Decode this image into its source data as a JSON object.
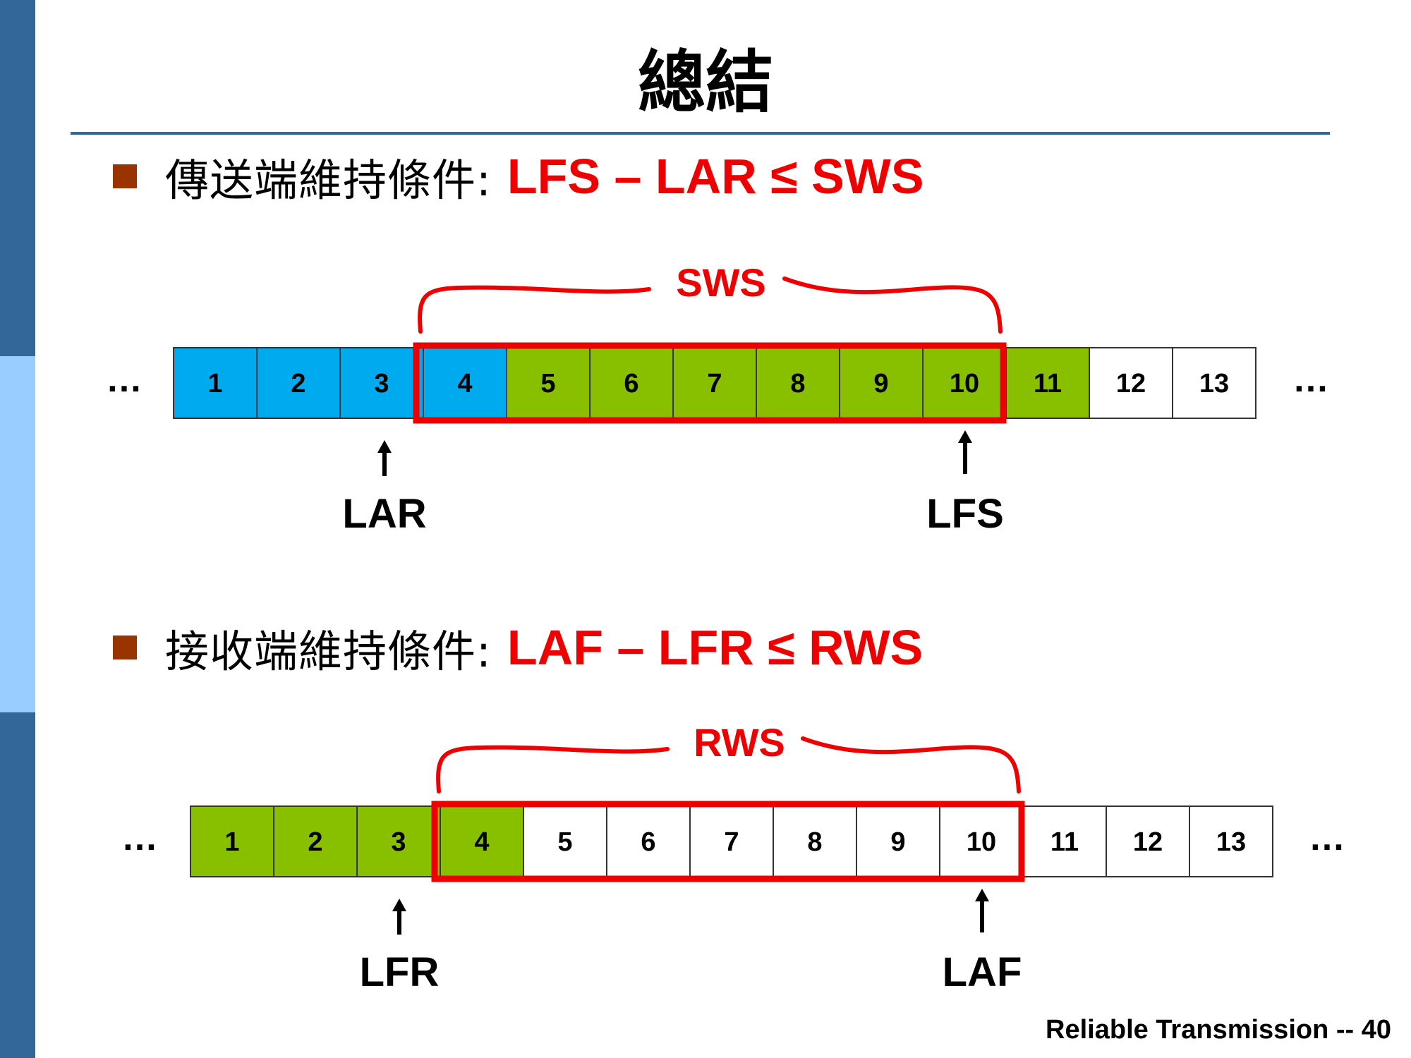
{
  "title": "總結",
  "ellipsis": "…",
  "colors": {
    "acked": "#00aaee",
    "sent": "#88c000",
    "empty": "#ffffff",
    "window": "#ee0000",
    "bullet": "#993300",
    "rule": "#336699"
  },
  "sender": {
    "condition_label": "傳送端維持條件:",
    "condition_formula": "LFS – LAR ≤ SWS",
    "window_label": "SWS",
    "cells": [
      {
        "num": "1",
        "state": "acked"
      },
      {
        "num": "2",
        "state": "acked"
      },
      {
        "num": "3",
        "state": "acked"
      },
      {
        "num": "4",
        "state": "acked"
      },
      {
        "num": "5",
        "state": "sent"
      },
      {
        "num": "6",
        "state": "sent"
      },
      {
        "num": "7",
        "state": "sent"
      },
      {
        "num": "8",
        "state": "sent"
      },
      {
        "num": "9",
        "state": "sent"
      },
      {
        "num": "10",
        "state": "sent"
      },
      {
        "num": "11",
        "state": "sent"
      },
      {
        "num": "12",
        "state": "empty"
      },
      {
        "num": "13",
        "state": "empty"
      }
    ],
    "pointers": [
      {
        "label": "LAR",
        "after_cell": "3"
      },
      {
        "label": "LFS",
        "at_cell": "10"
      }
    ]
  },
  "receiver": {
    "condition_label": "接收端維持條件:",
    "condition_formula": "LAF – LFR ≤ RWS",
    "window_label": "RWS",
    "cells": [
      {
        "num": "1",
        "state": "sent"
      },
      {
        "num": "2",
        "state": "sent"
      },
      {
        "num": "3",
        "state": "sent"
      },
      {
        "num": "4",
        "state": "sent"
      },
      {
        "num": "5",
        "state": "empty"
      },
      {
        "num": "6",
        "state": "empty"
      },
      {
        "num": "7",
        "state": "empty"
      },
      {
        "num": "8",
        "state": "empty"
      },
      {
        "num": "9",
        "state": "empty"
      },
      {
        "num": "10",
        "state": "empty"
      },
      {
        "num": "11",
        "state": "empty"
      },
      {
        "num": "12",
        "state": "empty"
      },
      {
        "num": "13",
        "state": "empty"
      }
    ],
    "pointers": [
      {
        "label": "LFR",
        "after_cell": "3"
      },
      {
        "label": "LAF",
        "at_cell": "10"
      }
    ]
  },
  "footer": "Reliable Transmission -- 40"
}
